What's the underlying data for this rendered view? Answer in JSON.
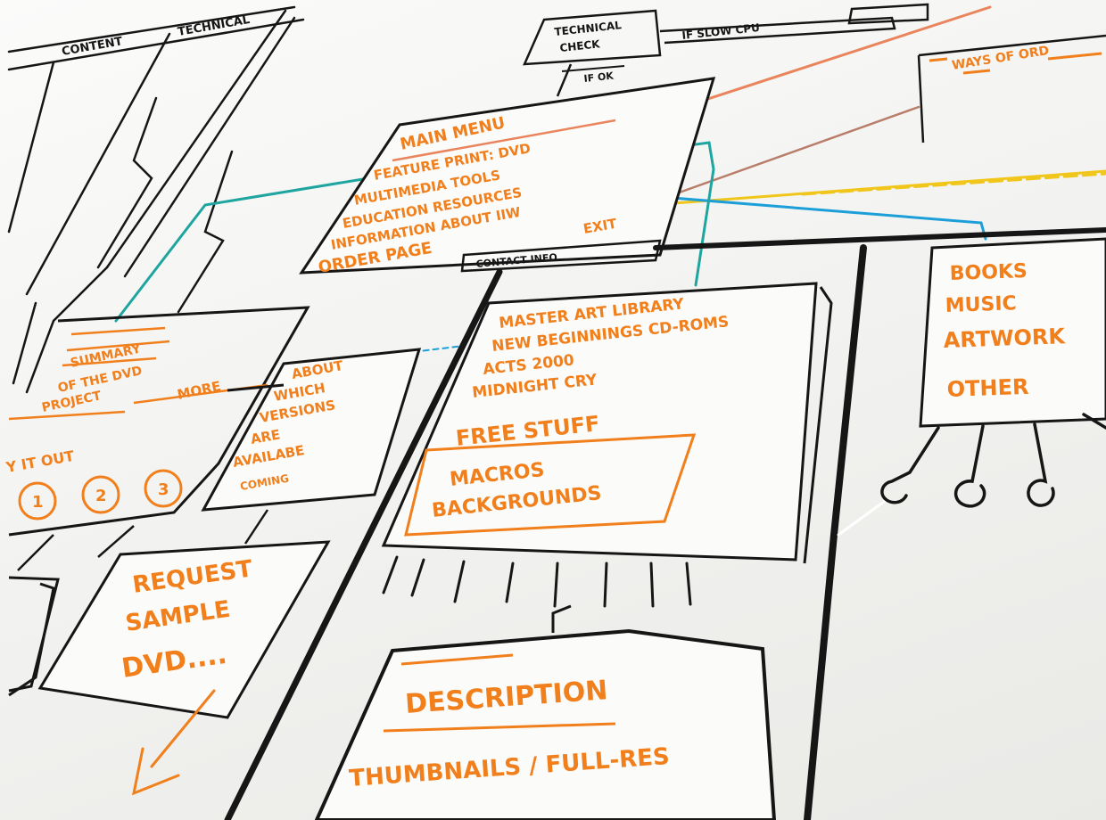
{
  "board": {
    "columns": {
      "content": "CONTENT",
      "technical": "TECHNICAL"
    },
    "technical_check": {
      "line1": "TECHNICAL",
      "line2": "CHECK"
    },
    "if_slow_cpu": "IF SLOW CPU",
    "if_ok": "IF OK",
    "ways_of_ordering": "WAYS OF ORD",
    "main_menu": {
      "title": "MAIN MENU",
      "items": [
        "FEATURE PRINT: DVD",
        "MULTIMEDIA TOOLS",
        "EDUCATION RESOURCES",
        "INFORMATION ABOUT IIW",
        "ORDER PAGE"
      ],
      "exit": "EXIT",
      "contact": "CONTACT INFO"
    },
    "summary_box": {
      "lines": [
        "SUMMARY",
        "OF THE DVD",
        "PROJECT"
      ],
      "more": "MORE",
      "try_it_out": "Y IT OUT",
      "options": [
        "1",
        "2",
        "3"
      ]
    },
    "about_box": {
      "lines": [
        "ABOUT",
        "WHICH",
        "VERSIONS",
        "ARE",
        "AVAILABE"
      ],
      "coming": "COMING"
    },
    "library_box": {
      "items": [
        "MASTER ART LIBRARY",
        "NEW BEGINNINGS CD-ROMS",
        "ACTS 2000",
        "MIDNIGHT CRY"
      ],
      "free_stuff": "FREE STUFF",
      "free_items": [
        "MACROS",
        "BACKGROUNDS"
      ]
    },
    "media_box": {
      "items": [
        "BOOKS",
        "MUSIC",
        "ARTWORK",
        "OTHER"
      ]
    },
    "request_box": {
      "lines": [
        "REQUEST",
        "SAMPLE",
        "DVD...."
      ]
    },
    "description_box": {
      "title": "DESCRIPTION",
      "subtitle": "THUMBNAILS / FULL-RES"
    }
  },
  "colors": {
    "orange_marker": "#f07f1c",
    "black_marker": "#161616",
    "teal_marker": "#1fa5a0",
    "blue_marker": "#1c9fd8",
    "yellow_marker": "#f1c61b",
    "brown_marker": "#b87d6b",
    "red_marker": "#e9845c"
  }
}
